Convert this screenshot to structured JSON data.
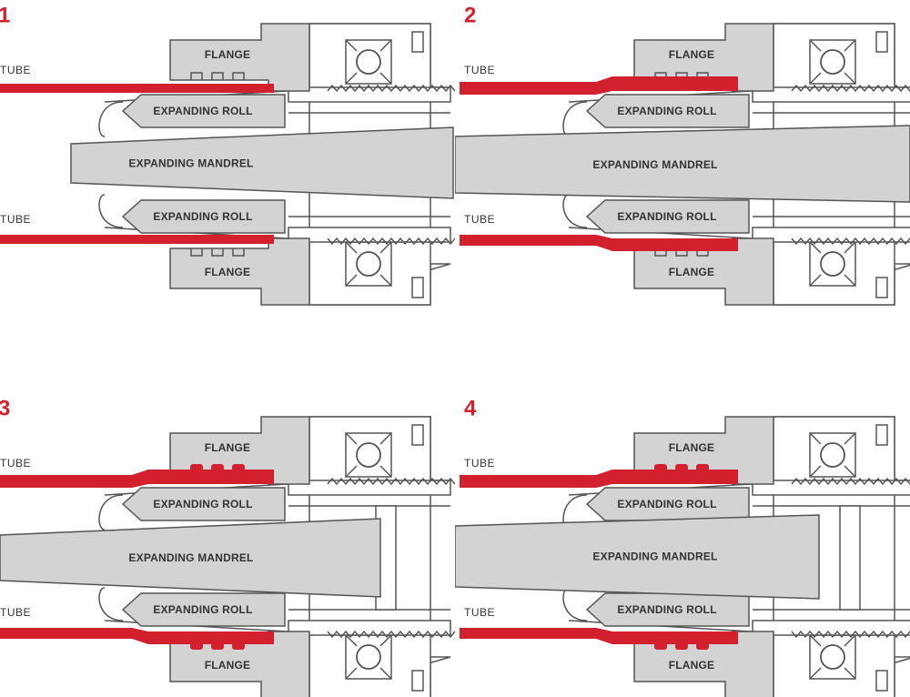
{
  "colors": {
    "accent_red": "#d3202e",
    "part_gray": "#d3d3d3",
    "outline": "#555555",
    "label_text": "#333333",
    "background": "#ffffff"
  },
  "panels": [
    {
      "step": "1",
      "labels": {
        "tube_top": "TUBE",
        "tube_bottom": "TUBE",
        "flange_top": "FLANGE",
        "flange_bottom": "FLANGE",
        "roll_top": "EXPANDING ROLL",
        "roll_bottom": "EXPANDING ROLL",
        "mandrel": "EXPANDING MANDREL"
      }
    },
    {
      "step": "2",
      "labels": {
        "tube_top": "TUBE",
        "tube_bottom": "TUBE",
        "flange_top": "FLANGE",
        "flange_bottom": "FLANGE",
        "roll_top": "EXPANDING ROLL",
        "roll_bottom": "EXPANDING ROLL",
        "mandrel": "EXPANDING MANDREL"
      }
    },
    {
      "step": "3",
      "labels": {
        "tube_top": "TUBE",
        "tube_bottom": "TUBE",
        "flange_top": "FLANGE",
        "flange_bottom": "FLANGE",
        "roll_top": "EXPANDING ROLL",
        "roll_bottom": "EXPANDING ROLL",
        "mandrel": "EXPANDING MANDREL"
      }
    },
    {
      "step": "4",
      "labels": {
        "tube_top": "TUBE",
        "tube_bottom": "TUBE",
        "flange_top": "FLANGE",
        "flange_bottom": "FLANGE",
        "roll_top": "EXPANDING ROLL",
        "roll_bottom": "EXPANDING ROLL",
        "mandrel": "EXPANDING MANDREL"
      }
    }
  ]
}
